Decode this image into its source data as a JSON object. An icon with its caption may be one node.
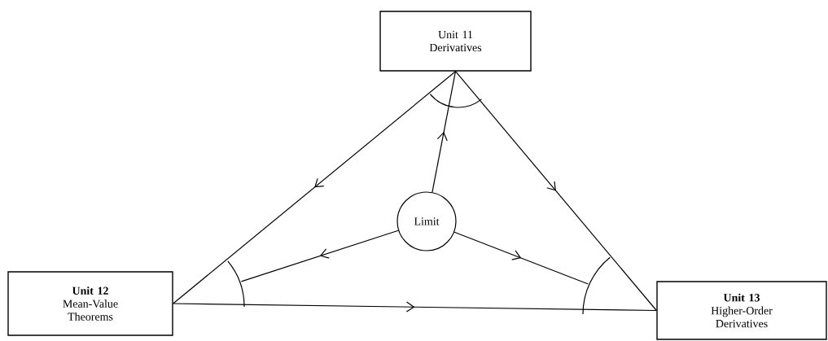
{
  "diagram": {
    "nodes": [
      {
        "text": [
          "Unit 11",
          "Derivatives"
        ]
      },
      {
        "text": [
          "Unit 12",
          "Mean-Value Theorems"
        ]
      },
      {
        "text": [
          "Unit 13",
          "Higher-Order Derivatives"
        ]
      },
      {
        "text": [
          "Limit"
        ]
      }
    ],
    "edges": [
      {
        "from": 0,
        "to": 1,
        "arrow": "to"
      },
      {
        "from": 0,
        "to": 2,
        "arrow": "to"
      },
      {
        "from": 1,
        "to": 2,
        "arrow": "to"
      },
      {
        "from": 3,
        "to": 0,
        "arrow": "to"
      },
      {
        "from": 3,
        "to": 1,
        "arrow": "to"
      },
      {
        "from": 3,
        "to": 2,
        "arrow": "to"
      }
    ]
  }
}
